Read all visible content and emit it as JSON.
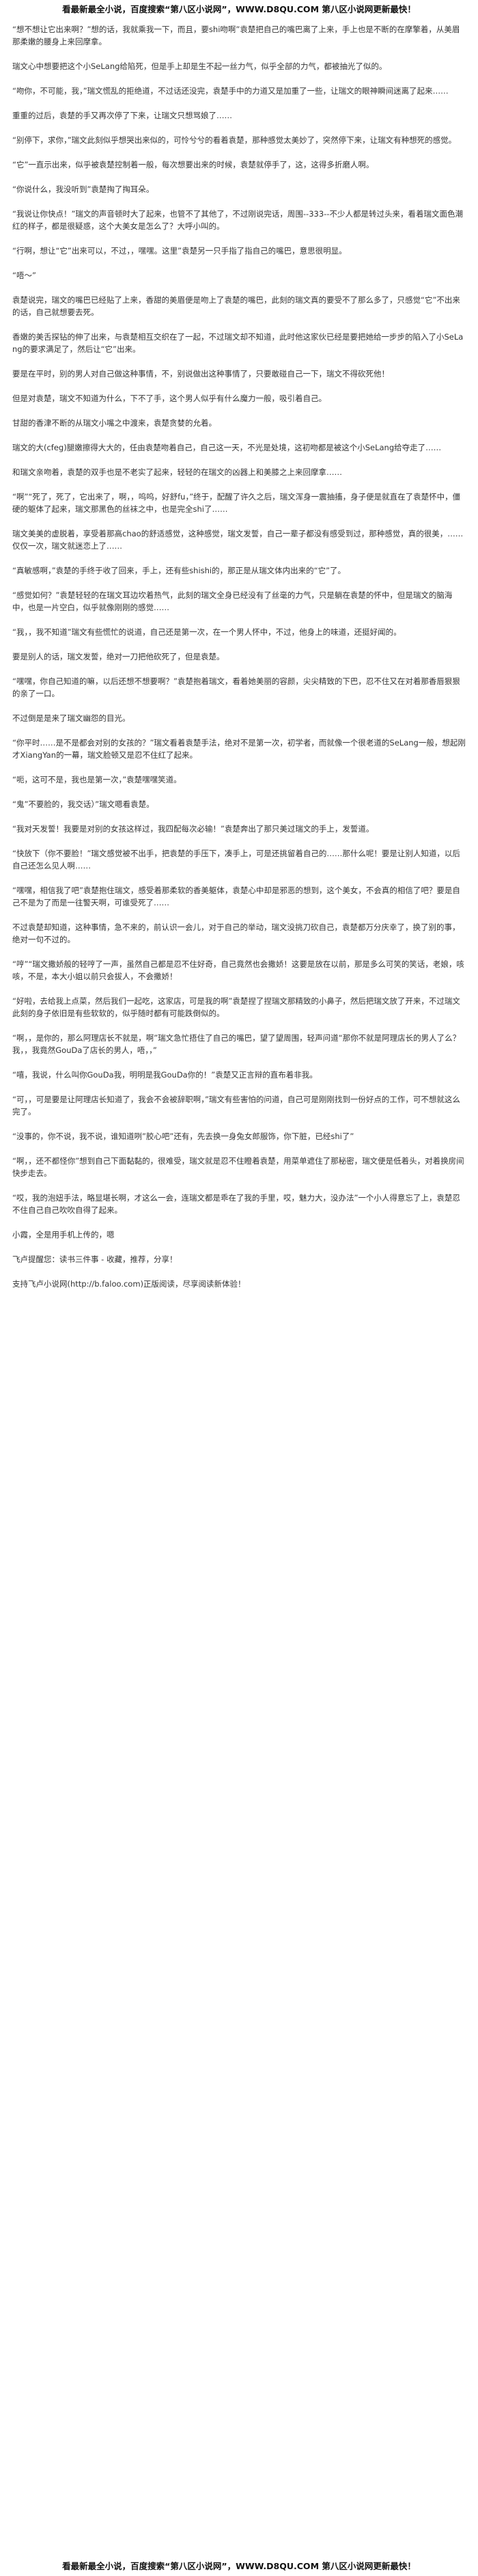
{
  "banner": {
    "top": "看最新最全小说，百度搜索“第八区小说网”，WWW.D8QU.COM 第八区小说网更新最快！",
    "bottom": "看最新最全小说，百度搜索“第八区小说网”，WWW.D8QU.COM 第八区小说网更新最快！"
  },
  "paragraphs": [
    "“想不想让它出来啊？”想的话，我就乘我一下，而且，要shi吻啊”袁楚把自己的嘴巴离了上来，手上也是不断的在摩擎着，从美眉那柔嫩的腰身上来回摩拿。",
    "瑞文心中想要把这个小SeLang给陷死，但是手上却是生不起一丝力气，似乎全部的力气，都被抽光了似的。",
    "“吻你，不可能，我，”瑞文慌乱的拒绝道，不过话还没完，袁楚手中的力道又是加重了一些，让瑞文的眼神瞬间迷离了起来……",
    "重重的过后，袁楚的手又再次停了下来，让瑞文只想骂娘了……",
    "“别停下，求你，”瑞文此刻似乎想哭出来似的，可怜兮兮的看着袁楚，那种感觉太美妙了，突然停下来，让瑞文有种想死的感觉。",
    "“它”一直示出来，似乎被袁楚控制着一般，每次想要出来的时候，袁楚就停手了，这，这得多折磨人啊。",
    "“你说什么，我没听到”袁楚掏了掏耳朵。",
    "“我说让你快点！”瑞文的声音顿时大了起来，也管不了其他了，不过刚说完话，周围--333--不少人都是转过头来，看着瑞文面色潮红的样子，都是很疑惑，这个大美女是怎么了？大呼小叫的。",
    "“行啊，想让“它”出来可以，不过，，嘿嘿。这里”袁楚另一只手指了指自己的嘴巴，意思很明显。",
    "“唔～”",
    "袁楚说完，瑞文的嘴巴已经贴了上来，香甜的美眉便是吻上了袁楚的嘴巴，此刻的瑞文真的要受不了那么多了，只感觉“它”不出来的话，自己就想要去死。",
    "香嫩的美舌探钻的伸了出来，与袁楚相互交织在了一起，不过瑞文却不知道，此时他这家伙已经是要把她给一步步的陷入了小SeLang的要求满足了，然后让“它”出来。",
    "要是在平时，别的男人对自己做这种事情，不，别说做出这种事情了，只要敢碰自己一下，瑞文不得砍死他！",
    "但是对袁楚，瑞文不知道为什么，下不了手，这个男人似乎有什么魔力一般，吸引着自己。",
    "甘甜的香津不断的从瑞文小嘴之中渡来，袁楚贪婪的允着。",
    "瑞文的大(cfeg)腿嫩擦得大大的，任由袁楚吻着自己，自己这一天，不光是处境，这初吻都是被这个小SeLang给夺走了……",
    "和瑞文亲吻着，袁楚的双手也是不老实了起来，轻轻的在瑞文的凶器上和美膝之上来回摩拿……",
    "“啊”“死了，死了，它出来了，啊，，呜呜，好舒fu，”终于，配醒了许久之后，瑞文浑身一震抽搐，身子便是就直在了袁楚怀中，僵硬的躯体了起来，瑞文那黑色的丝袜之中，也是完全shi了……",
    "瑞文美美的虚脱着，享受着那高chao的舒适感觉，这种感觉，瑞文发誓，自己一辈子都没有感受到过，那种感觉，真的很美，……仅仅一次，瑞文就迷恋上了……",
    "“真敏感啊，”袁楚的手终于收了回来，手上，还有些shishi的，那正是从瑞文体内出来的“它”了。",
    "“感觉如何？”袁楚轻轻的在瑞文耳边坎着热气，此刻的瑞文全身已经没有了丝毫的力气，只是躺在袁楚的怀中，但是瑞文的脑海中，也是一片空白，似乎就像刚刚的感觉……",
    "“我，，我不知道”瑞文有些慌忙的说道，自己还是第一次，在一个男人怀中，不过，他身上的味道，还挺好闻的。",
    "要是别人的话，瑞文发誓，绝对一刀把他砍死了，但是袁楚。",
    "“嘿嘿，你自己知道的嘛，以后还想不想要啊？”袁楚抱着瑞文，看着她美丽的容颜，尖尖精致的下巴，忍不住又在对着那香唇狠狠的亲了一口。",
    "不过倒是是来了瑞文幽怨的目光。",
    "“你平时……是不是都会对别的女孩的？”瑞文看着袁楚手法，绝对不是第一次，初学者，而就像一个很老道的SeLang一般，想起刚才XiangYan的一幕，瑞文脸顿又是忍不住红了起来。",
    "“呃，这可不是，我也是第一次，”袁楚嘿嘿笑道。",
    "“鬼”不要脸的，我交话）”瑞文嗯看袁楚。",
    "“我对天发誓！我要是对别的女孩这样过，我四配每次必输！”袁楚奔出了那只美过瑞文的手上，发誓道。",
    "“快放下（你不要脸！”瑞文感觉被不出手，把袁楚的手压下，凑手上，可是还挑留着自己的……那什么呢！要是让别人知道，以后自己还怎么见人啊……",
    "“嘿嘿，相信我了吧”袁楚抱住瑞文，感受着那柔软的香美躯体，袁楚心中却是邪恶的想到，这个美女，不会真的相信了吧？要是自己不是为了而是一往警天啊，可谁受死了……",
    "不过袁楚却知道，这种事情，急不来的，前认识一会儿，对于自己的举动，瑞文没挑刀砍自己，袁楚都万分庆幸了，换了别的事，绝对一句不过的。",
    "“哼”“瑞文撒娇般的轻哼了一声，虽然自己都是忍不住好奇，自己竟然也会撒娇！这要是放在以前，那是多么可笑的笑话，老娘，咳咳，不是，本大小姐以前只会拔人，不会撒娇！",
    "“好啦，去给我上点菜，然后我们一起吃，这家店，可是我的啊”袁楚捏了捏瑞文那精致的小鼻子，然后把瑞文放了开来，不过瑞文此刻的身子依旧是有些软软的，似乎随时都有可能跌倒似的。",
    "“啊，，是你的，那么阿理店长不就是，啊”瑞文急忙捂住了自己的嘴巴，望了望周围，轻声问道“那你不就是阿理店长的男人了么？我，，我竟然GouDa了店长的男人，唔，，”",
    "“嘻，我说，什么叫你GouDa我，明明是我GouDa你的！”袁楚又正言辩的直布着非我。",
    "“可，，可是要是让阿理店长知道了，我会不会被辞职啊，”瑞文有些害怕的问道，自己可是刚刚找到一份好点的工作，可不想就这么完了。",
    "“没事的，你不说，我不说，谁知道咧”胶心吧”还有，先去换一身兔女郎服饰，你下脏，已经shi了”",
    "“啊，，还不都怪你”想到自己下面黏黏的，很难受，瑞文就是忍不住瞪着袁楚，用菜单遮住了那秘密，瑞文便是低着头，对着换房间快步走去。",
    "“哎，我的泡妞手法，略显堪长啊，才这么一会，连瑞文都是乖在了我的手里，哎，魅力大，没办法”一个小人得意忘了上，袁楚忍不住自己自己吹吹自得了起来。",
    "小霞，全是用手机上传的，嗯",
    "飞卢提醒您：读书三件事 - 收藏，推荐，分享！",
    "支持飞卢小说网(http://b.faloo.com)正版阅读，尽享阅读新体验！"
  ]
}
